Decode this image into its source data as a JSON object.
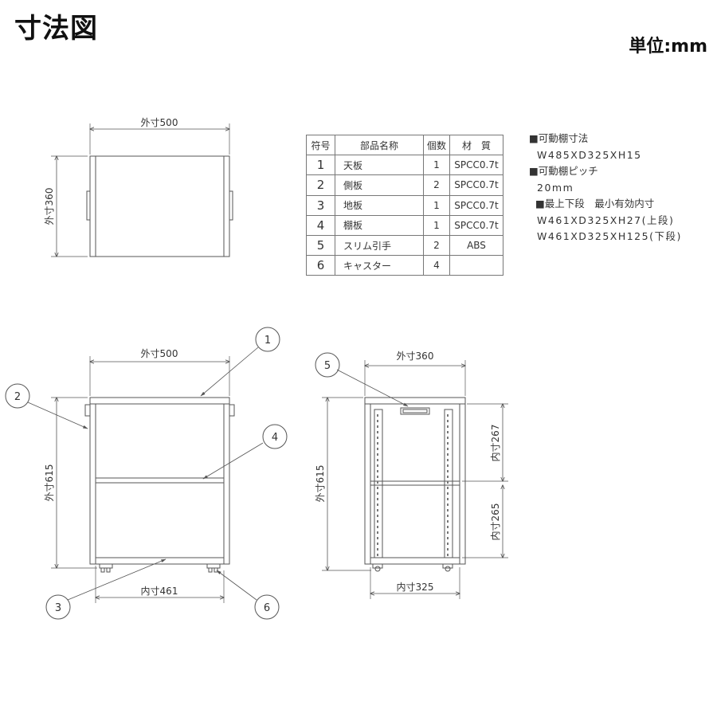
{
  "title": "寸法図",
  "unit": "単位:mm",
  "table": {
    "headers": [
      "符号",
      "部品名称",
      "個数",
      "材　質"
    ],
    "rows": [
      {
        "no": "1",
        "name": "天板",
        "qty": "1",
        "material": "SPCC0.7t"
      },
      {
        "no": "2",
        "name": "側板",
        "qty": "2",
        "material": "SPCC0.7t"
      },
      {
        "no": "3",
        "name": "地板",
        "qty": "1",
        "material": "SPCC0.7t"
      },
      {
        "no": "4",
        "name": "棚板",
        "qty": "1",
        "material": "SPCC0.7t"
      },
      {
        "no": "5",
        "name": "スリム引手",
        "qty": "2",
        "material": "ABS"
      },
      {
        "no": "6",
        "name": "キャスター",
        "qty": "4",
        "material": ""
      }
    ]
  },
  "specs": {
    "shelf_size_label": "■可動棚寸法",
    "shelf_size_value": "W485XD325XH15",
    "pitch_label": "■可動棚ピッチ",
    "pitch_value": "20mm",
    "min_inner_label": "■最上下段　最小有効内寸",
    "min_inner_upper": "W461XD325XH27(上段)",
    "min_inner_lower": "W461XD325XH125(下段)"
  },
  "dimensions": {
    "top_width": "外寸500",
    "top_depth": "外寸360",
    "front_width": "外寸500",
    "front_height": "外寸615",
    "front_inner_width": "内寸461",
    "side_depth": "外寸360",
    "side_height": "外寸615",
    "side_inner_upper": "内寸267",
    "side_inner_lower": "内寸265",
    "side_inner_depth": "内寸325"
  },
  "callouts": [
    "1",
    "2",
    "3",
    "4",
    "5",
    "6"
  ],
  "colors": {
    "line": "#555555",
    "text": "#333333",
    "title": "#111111"
  }
}
